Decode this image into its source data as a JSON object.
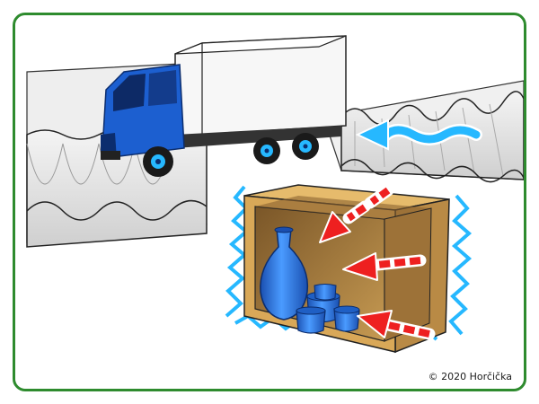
{
  "credit": "© 2020 Horčička",
  "colors": {
    "frame": "#2e8b2e",
    "truck_body": "#1c5fd0",
    "vibration_lines": "#26b8ff",
    "force_arrows": "#ee2020",
    "box": "#d9a858",
    "vases": "#2b73d8"
  },
  "icons": [
    "truck",
    "corrugated-road",
    "cardboard-box",
    "vases",
    "force-arrows",
    "vibration-lines",
    "wave-arrow"
  ]
}
